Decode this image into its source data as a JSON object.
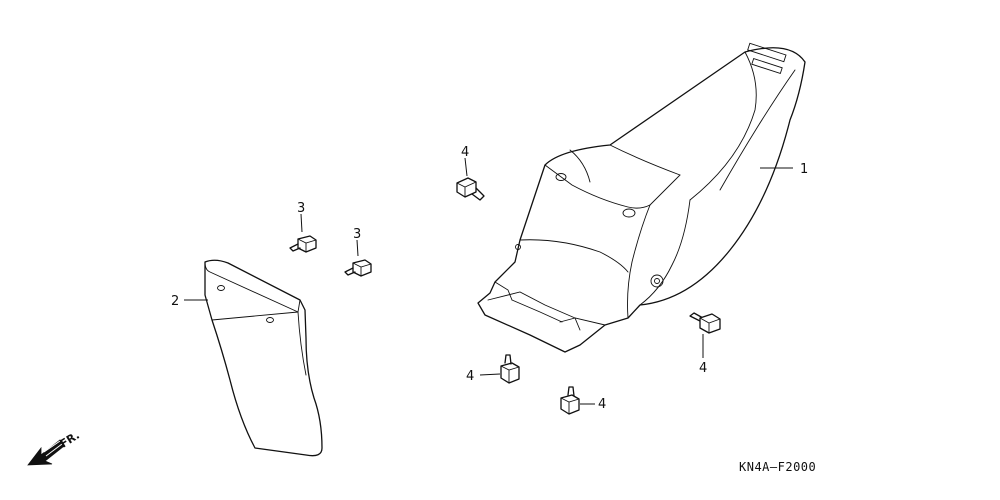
{
  "diagram": {
    "diagram_code": "KN4A—F2000",
    "front_label": "FR.",
    "callouts": [
      {
        "id": "rear-fender",
        "label": "1"
      },
      {
        "id": "mud-guard",
        "label": "2"
      },
      {
        "id": "bolt-a",
        "label": "3"
      },
      {
        "id": "bolt-b",
        "label": "3"
      },
      {
        "id": "screw-top",
        "label": "4"
      },
      {
        "id": "bolt-right",
        "label": "4"
      },
      {
        "id": "screw-left",
        "label": "4"
      },
      {
        "id": "screw-bottom",
        "label": "4"
      }
    ],
    "icons": {
      "front": "front-arrow-icon"
    }
  }
}
